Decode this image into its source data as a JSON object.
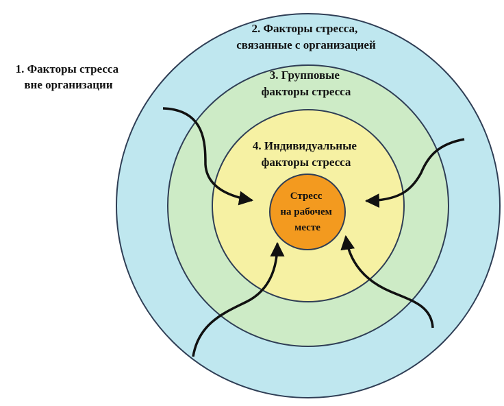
{
  "labels": {
    "outside": [
      "1. Факторы стресса",
      "вне организации"
    ],
    "organization": [
      "2. Факторы стресса,",
      "связанные с организацией"
    ],
    "group": [
      "3. Групповые",
      "факторы стресса"
    ],
    "individual": [
      "4. Индивидуальные",
      "факторы стресса"
    ],
    "core": [
      "Стресс",
      "на рабочем",
      "месте"
    ]
  },
  "colors": {
    "ring_organization": "#bfe7ef",
    "ring_group": "#cdebc6",
    "ring_individual": "#f6f1a3",
    "core": "#f39a1f",
    "outline": "#2f3e55",
    "arrow": "#111111"
  }
}
